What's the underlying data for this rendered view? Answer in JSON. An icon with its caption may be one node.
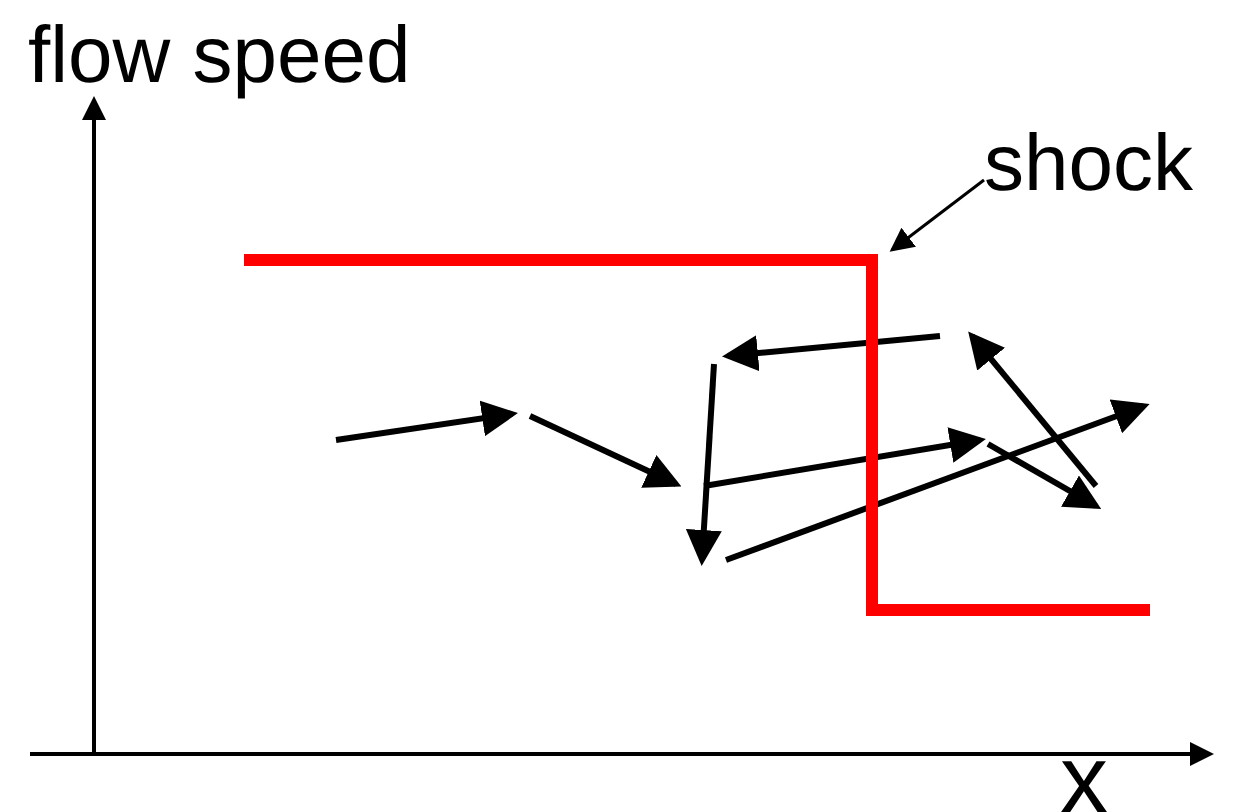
{
  "diagram": {
    "nodes": [
      {
        "text": [
          "shock"
        ]
      },
      {
        "text": [],
        "shape": "line"
      }
    ],
    "edges": [
      {
        "from": 0,
        "to": 1,
        "arrow": "to"
      }
    ],
    "labels": [
      "flow speed",
      "x"
    ]
  }
}
